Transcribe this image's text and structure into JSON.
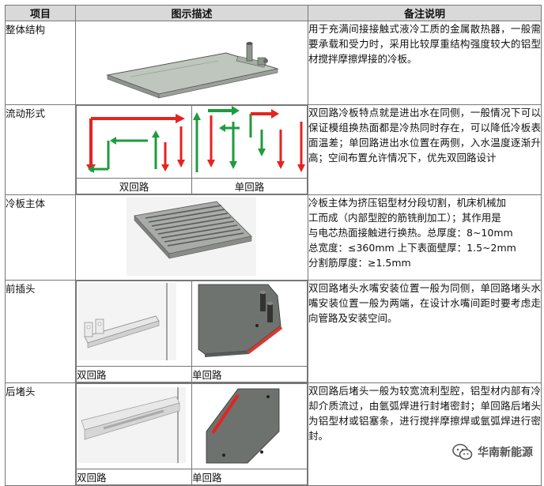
{
  "header": {
    "col1": "项目",
    "col2": "图示描述",
    "col3": "备注说明"
  },
  "rows": [
    {
      "item": "整体结构",
      "note": "用于充满间接接触式液冷工质的金属散热器，一般需要承载和受力时，采用比较厚重结构强度较大的铝型材搅拌摩擦焊接的冷板。"
    },
    {
      "item": "流动形式",
      "cap_left": "双回路",
      "cap_right": "单回路",
      "note": "双回路冷板特点就是进出水在同侧，一般情况下可以保证模组换热面都是冷热同时存在，可以降低冷板表面温差；单回路进出水位置在两侧，入水温度逐渐升高；空间布置允许情况下，优先双回路设计"
    },
    {
      "item": "冷板主体",
      "note_lines": [
        "冷板主体为挤压铝型材分段切割，机床机械加",
        "工而成（内部型腔的筋铣削加工）；其作用是",
        "与电芯热面接触进行换热。总厚度：8~10mm",
        "总宽度：≤360mm   上下表面壁厚：1.5~2mm",
        "分割筋厚度：≥1.5mm"
      ]
    },
    {
      "item": "前插头",
      "cap_left": "双回路",
      "cap_right": "单回路",
      "note": "双回路堵头水嘴安装位置一般为同侧，单回路堵头水嘴安装位置一般为两端，在设计水嘴间距时要考虑走向管路及安装空间。"
    },
    {
      "item": "后堵头",
      "cap_left": "双回路",
      "cap_right": "单回路",
      "note": "双回路后堵头一般为较宽流利型腔，铝型材内部有冷却介质流过，由氩弧焊进行封堵密封；单回路后堵头为铝型材或铝塞条，进行搅拌摩擦焊或氩弧焊进行密封。"
    }
  ],
  "watermark": {
    "text": "华南新能源",
    "icon": "wechat-icon"
  },
  "colors": {
    "red": "#e5231f",
    "green": "#1e9b3e",
    "header_bg": "#d9d9d9"
  }
}
